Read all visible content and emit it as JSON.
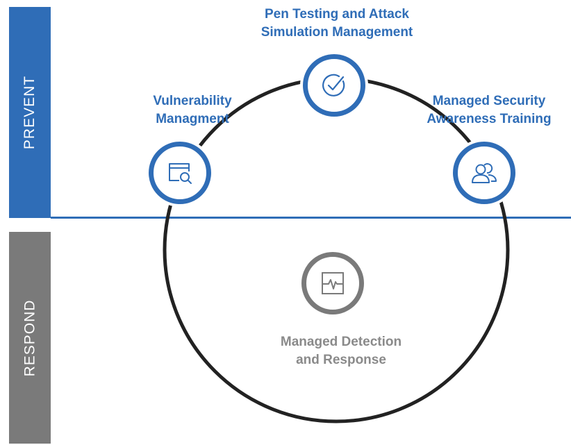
{
  "sections": {
    "prevent": "PREVENT",
    "respond": "RESPOND"
  },
  "nodes": {
    "pen_testing": {
      "line1": "Pen Testing and Attack",
      "line2": "Simulation Management",
      "icon": "check-circle-icon"
    },
    "vulnerability": {
      "line1": "Vulnerability",
      "line2": "Managment",
      "icon": "window-search-icon"
    },
    "awareness": {
      "line1": "Managed Security",
      "line2": "Awareness Training",
      "icon": "users-icon"
    },
    "detection": {
      "line1": "Managed Detection",
      "line2": "and Response",
      "icon": "heartbeat-monitor-icon"
    }
  },
  "colors": {
    "prevent": "#2f6db7",
    "respond": "#7a7a7a",
    "ring": "#222222",
    "detection_text": "#8a8a8a"
  }
}
